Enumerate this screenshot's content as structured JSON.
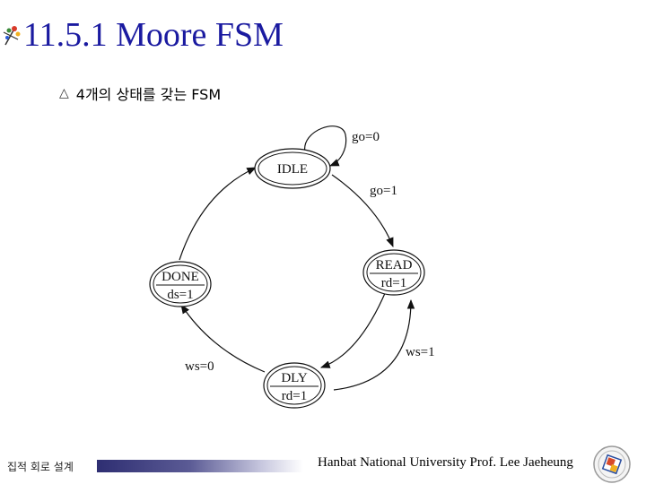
{
  "title": {
    "number": "11.5.1",
    "text": "Moore FSM",
    "icon": "flower-bullet-icon"
  },
  "subtitle": {
    "bullet_icon": "diamond-bullet-icon",
    "text": "4개의 상태를 갖는 FSM"
  },
  "diagram": {
    "states": [
      {
        "id": "idle",
        "name": "IDLE",
        "output": ""
      },
      {
        "id": "read",
        "name": "READ",
        "output": "rd=1"
      },
      {
        "id": "dly",
        "name": "DLY",
        "output": "rd=1"
      },
      {
        "id": "done",
        "name": "DONE",
        "output": "ds=1"
      }
    ],
    "transitions": [
      {
        "from": "IDLE",
        "to": "IDLE",
        "label": "go=0"
      },
      {
        "from": "IDLE",
        "to": "READ",
        "label": "go=1"
      },
      {
        "from": "READ",
        "to": "DLY",
        "label": ""
      },
      {
        "from": "DLY",
        "to": "READ",
        "label": "ws=1"
      },
      {
        "from": "DLY",
        "to": "DONE",
        "label": "ws=0"
      },
      {
        "from": "DONE",
        "to": "IDLE",
        "label": ""
      }
    ]
  },
  "footer": {
    "course": "집적 회로 설계",
    "credit": "Hanbat National University Prof. Lee Jaeheung",
    "logo_icon": "university-seal-icon"
  }
}
